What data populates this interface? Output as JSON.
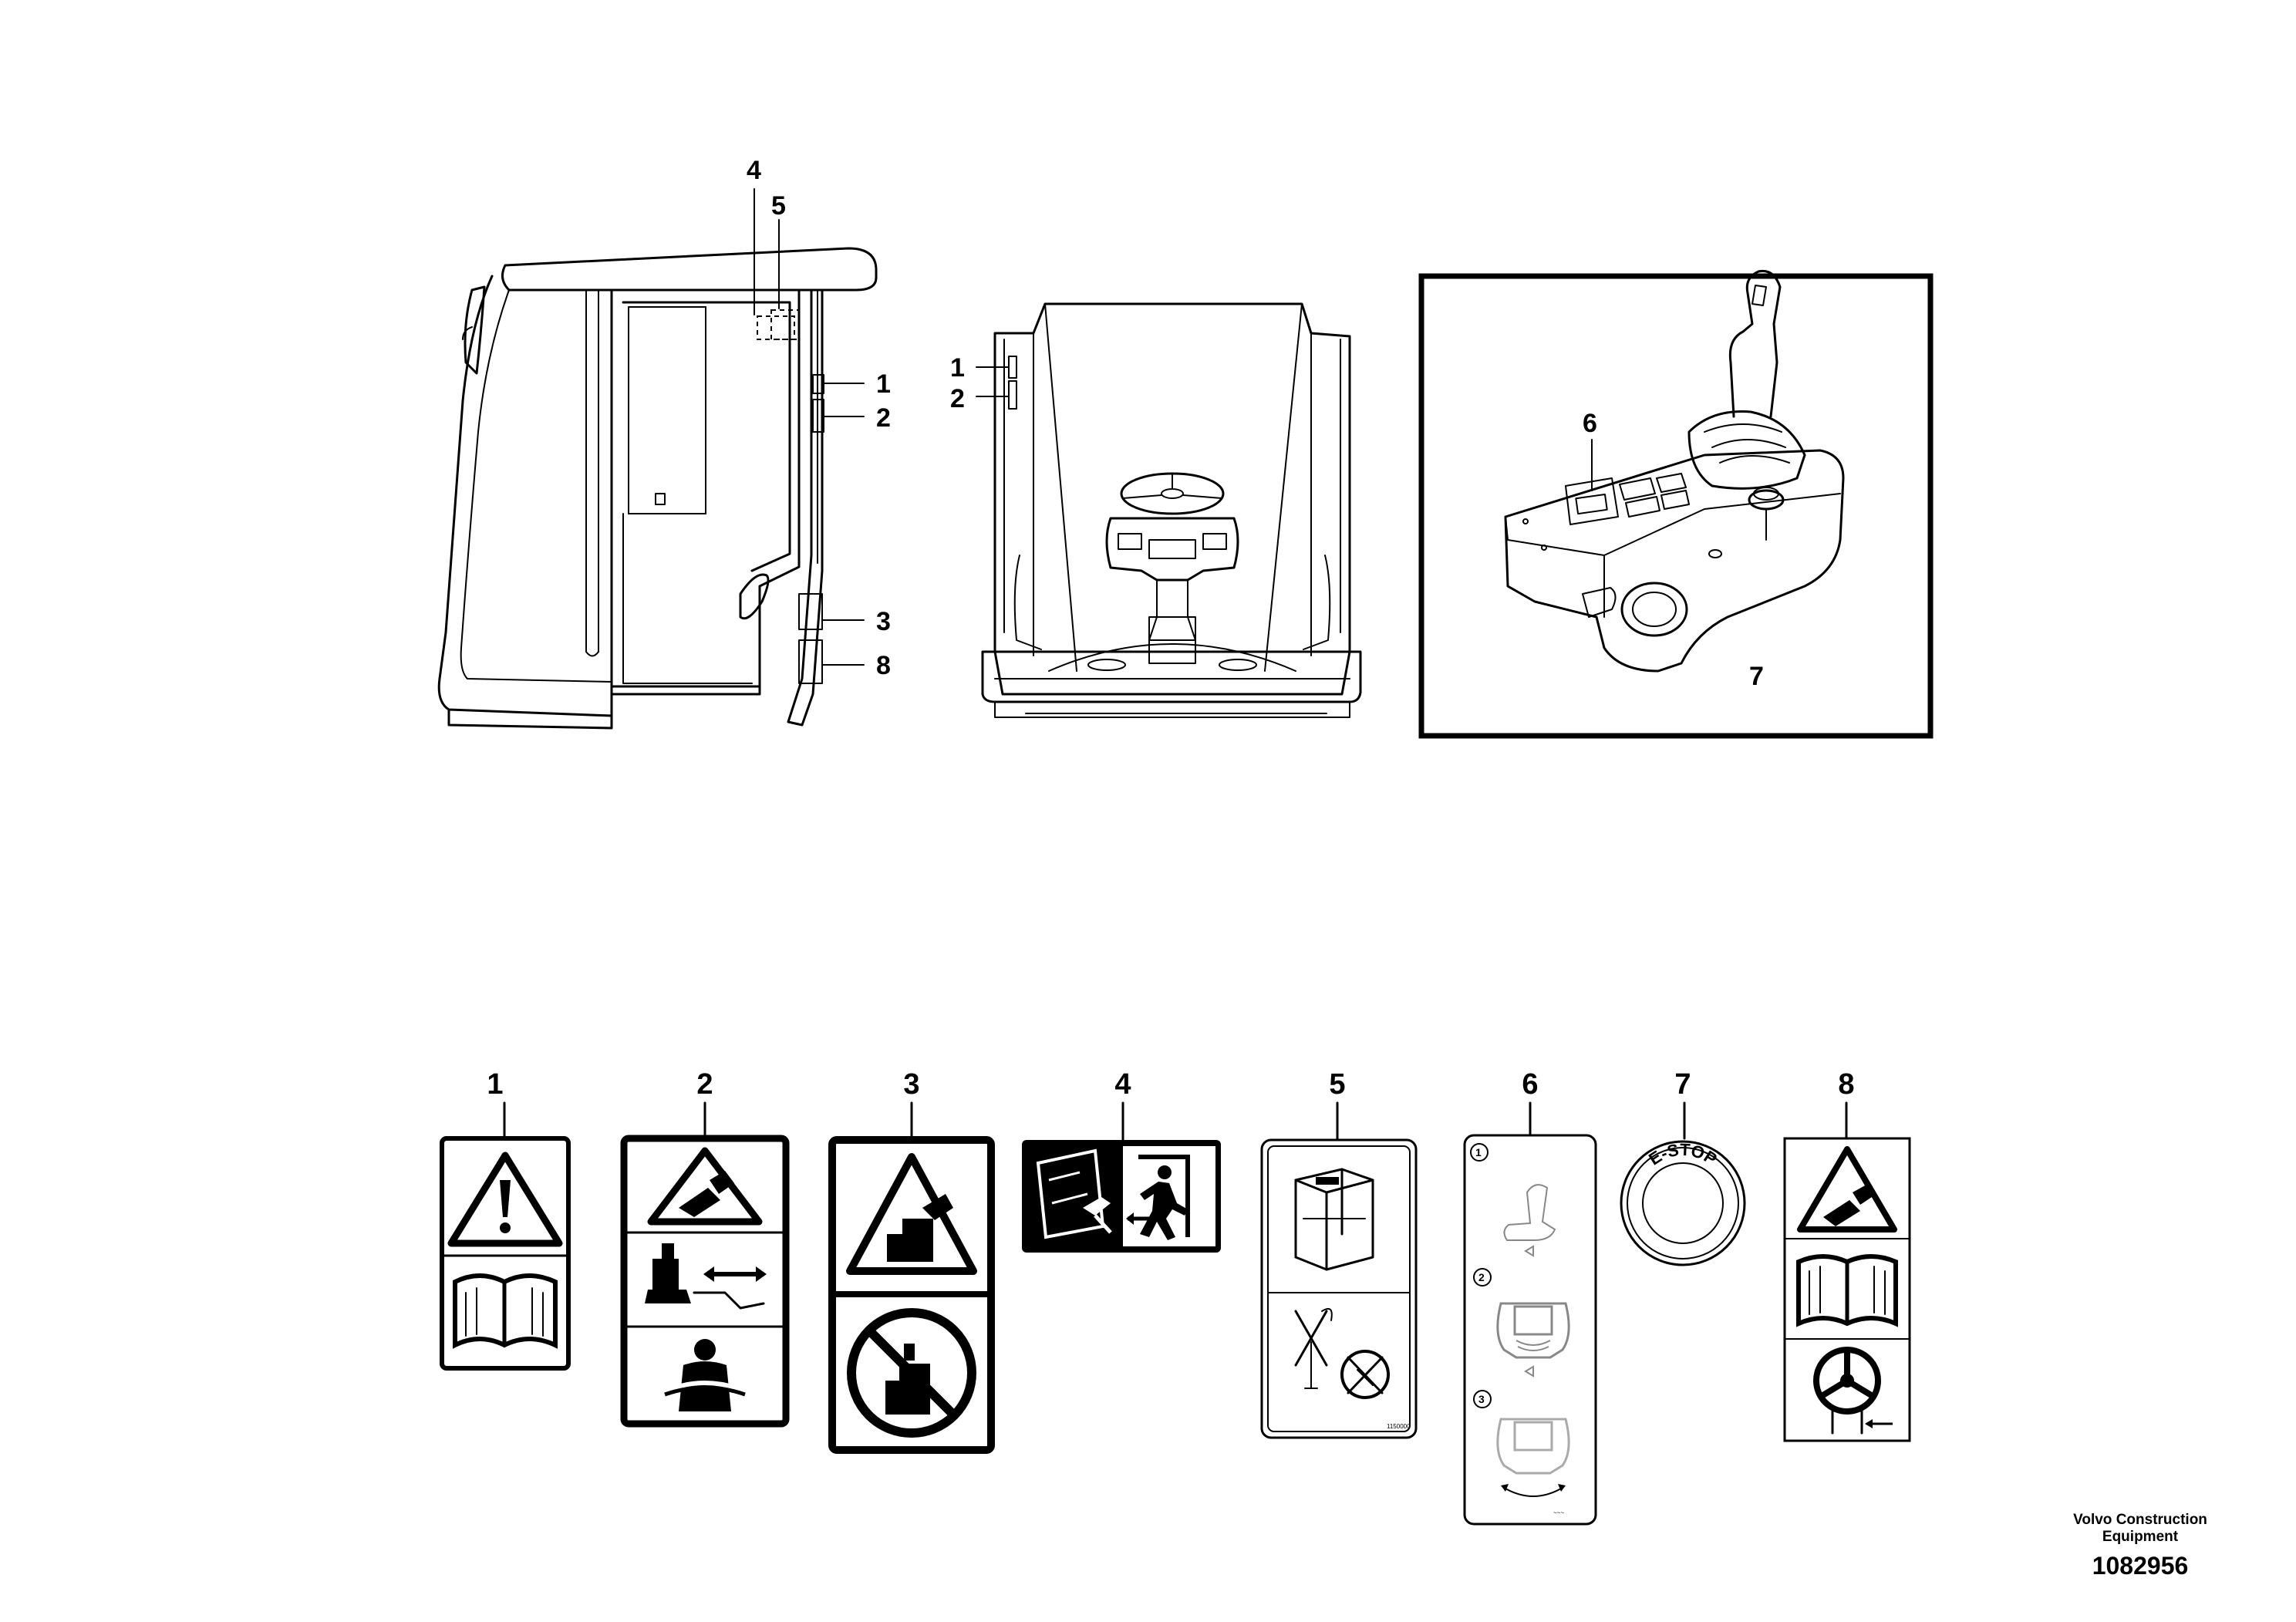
{
  "callouts": {
    "side_view": [
      "4",
      "5",
      "1",
      "2",
      "3",
      "8"
    ],
    "rear_view": [
      "1",
      "2"
    ],
    "console_view": [
      "6",
      "7"
    ]
  },
  "decals": [
    {
      "label": "1",
      "icons": [
        "warning-triangle-icon",
        "operator-manual-icon"
      ]
    },
    {
      "label": "2",
      "icons": [
        "rollover-hazard-icon",
        "machine-shift-icon",
        "seatbelt-icon"
      ]
    },
    {
      "label": "3",
      "icons": [
        "crush-hazard-icon",
        "no-access-icon"
      ]
    },
    {
      "label": "4",
      "icons": [
        "emergency-window-hammer-icon",
        "emergency-exit-icon"
      ]
    },
    {
      "label": "5",
      "icons": [
        "rops-frame-icon",
        "no-welding-no-drilling-icon"
      ]
    },
    {
      "label": "6",
      "icons": [
        "seat-icon",
        "console-icon",
        "console-rotate-icon"
      ],
      "steps": [
        "1",
        "2",
        "3"
      ]
    },
    {
      "label": "7",
      "text": "E-STOP"
    },
    {
      "label": "8",
      "icons": [
        "rollover-hazard-icon",
        "operator-manual-icon",
        "steering-wheel-icon"
      ]
    }
  ],
  "footer": {
    "manufacturer": "Volvo Construction Equipment",
    "part_number": "1082956"
  }
}
